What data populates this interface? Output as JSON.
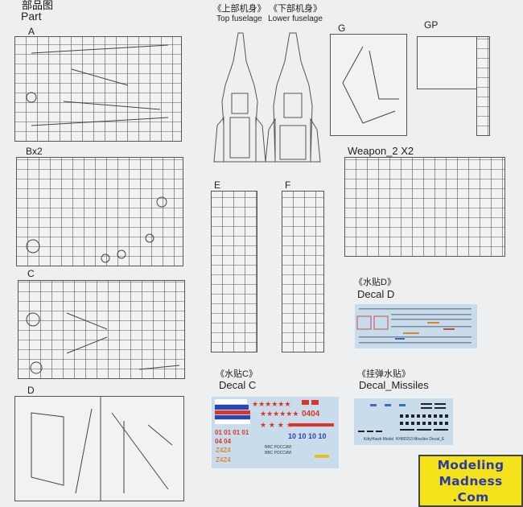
{
  "header": {
    "title_cn": "部品图",
    "title_en": "Part"
  },
  "fuselage": {
    "top": {
      "cn": "《上部机身》",
      "en": "Top fuselage"
    },
    "lower": {
      "cn": "《下部机身》",
      "en": "Lower fuselage"
    }
  },
  "sprues": {
    "a": "A",
    "b": "Bx2",
    "c": "C",
    "d": "D",
    "e": "E",
    "f": "F",
    "g": "G",
    "gp": "GP",
    "weapon": "Weapon_2  X2"
  },
  "decals": {
    "d": {
      "cn": "《水贴D》",
      "en": "Decal D"
    },
    "c": {
      "cn": "《水贴C》",
      "en": "Decal C",
      "texts": [
        "0404",
        "01 01 01 01",
        "04 04",
        "10 10 10 10",
        "ВВС РОССИИ",
        "ВВС РОССИИ",
        "Z4Z4",
        "Z4Z4"
      ]
    },
    "missiles": {
      "cn": "《挂弹水贴》",
      "en": "Decal_Missiles",
      "texts": [
        "KittyHawk Model",
        "KH80153  Missiles  Decal_E"
      ]
    }
  },
  "logo": {
    "line1": "Modeling",
    "line2": "Madness",
    "line3": ".Com",
    "bg": "#f4e21a",
    "fg": "#2b3aa8"
  }
}
